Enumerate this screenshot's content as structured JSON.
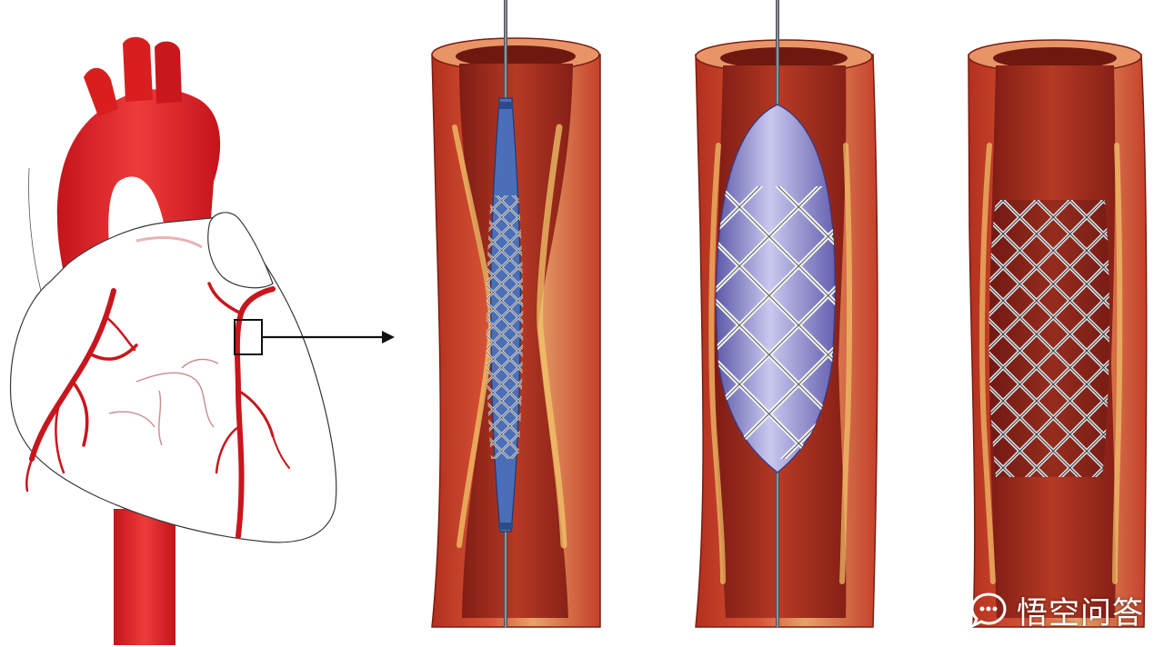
{
  "figure": {
    "panels": [
      {
        "id": "heart",
        "description": "heart"
      },
      {
        "id": "stage-1"
      },
      {
        "id": "stage-2"
      },
      {
        "id": "stage-3"
      }
    ]
  },
  "colors": {
    "artery_red": "#d81e1e",
    "vessel_wall": "#c8442c",
    "vessel_wall_dark": "#a82a1c",
    "plaque_yellow": "#f2c56b",
    "lumen_dark": "#9c2418",
    "catheter_blue": "#4a6fb8",
    "balloon_violet": "#8c87c8",
    "stent_metal": "#e9ecef",
    "outline": "#333333"
  },
  "watermark": {
    "text": "悟空问答",
    "logo_icon": "speech-bubble-icon"
  }
}
